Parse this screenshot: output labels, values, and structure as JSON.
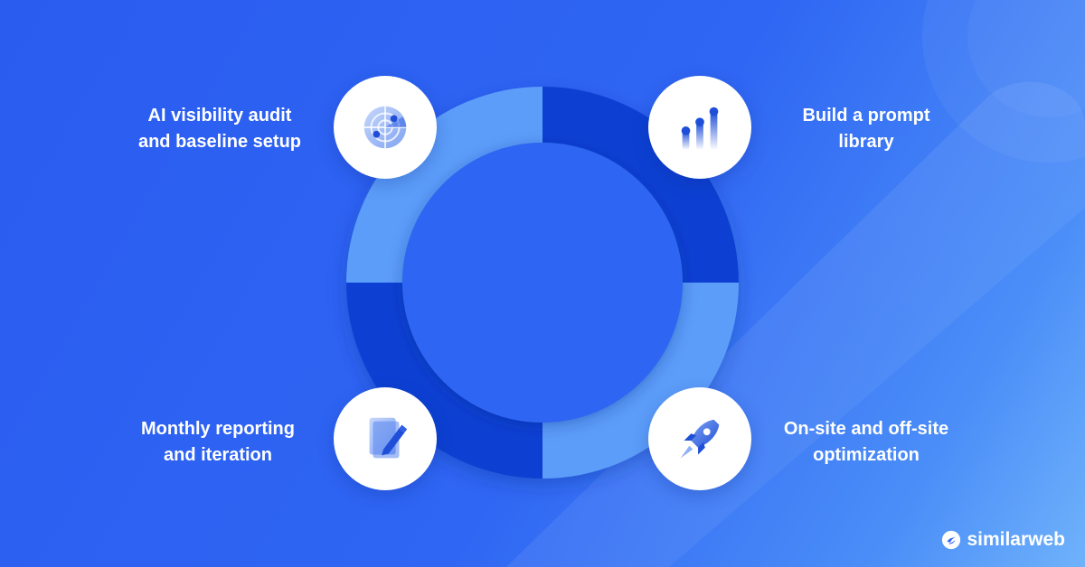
{
  "steps": [
    {
      "label_line1": "AI visibility audit",
      "label_line2": "and baseline setup",
      "icon": "radar-icon"
    },
    {
      "label_line1": "Build a prompt",
      "label_line2": "library",
      "icon": "bar-chart-icon"
    },
    {
      "label_line1": "On-site and off-site",
      "label_line2": "optimization",
      "icon": "rocket-icon"
    },
    {
      "label_line1": "Monthly reporting",
      "label_line2": "and iteration",
      "icon": "document-edit-icon"
    }
  ],
  "colors": {
    "segment_light": "#5b9df9",
    "segment_dark": "#0c40d2",
    "background": "#2f66f3"
  },
  "brand": {
    "name": "similarweb"
  }
}
